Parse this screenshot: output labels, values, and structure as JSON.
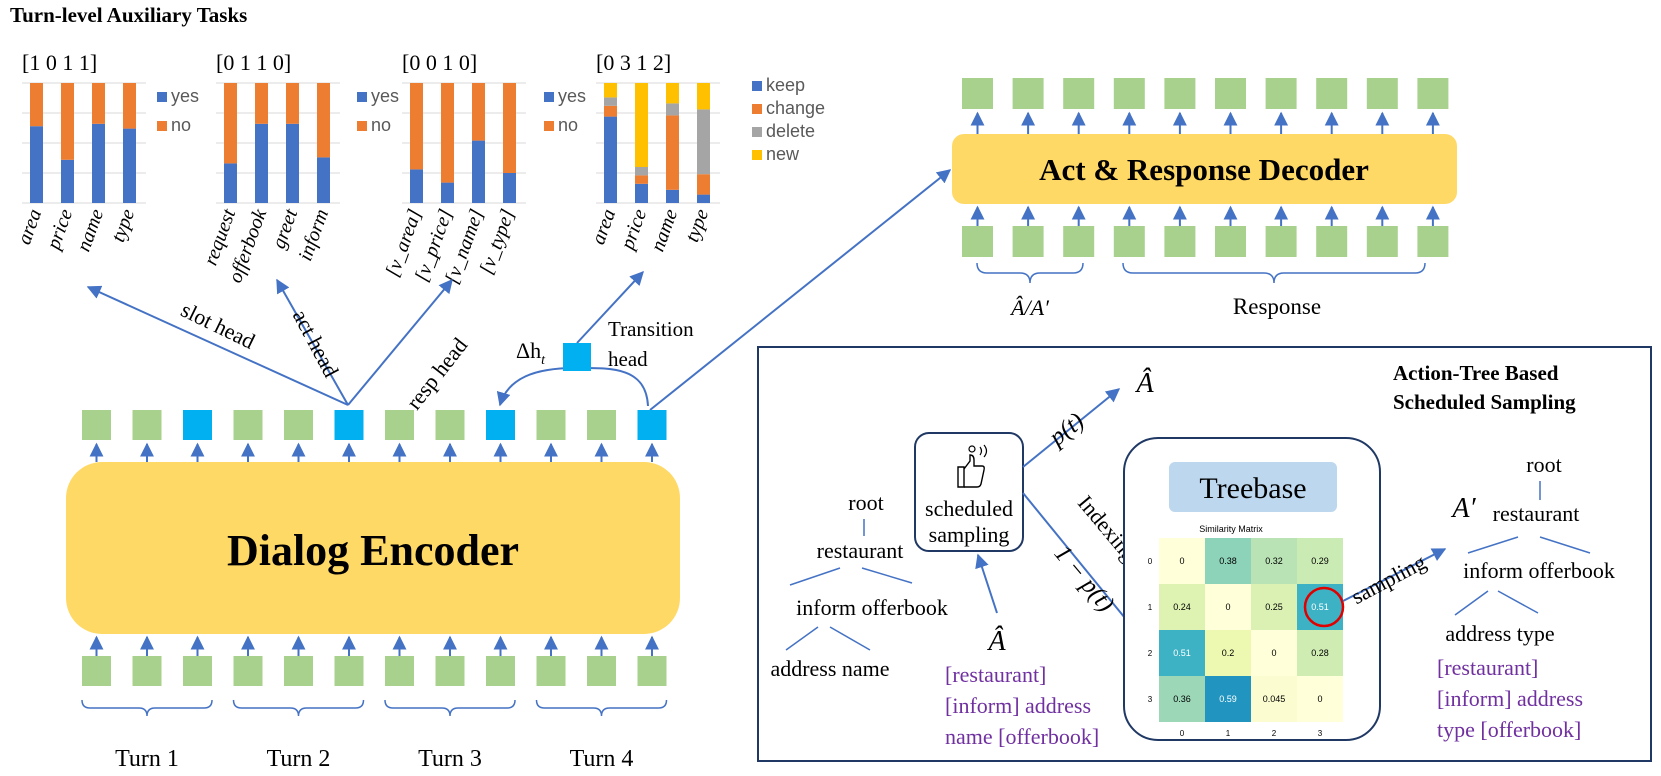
{
  "title": "Turn-level Auxiliary Tasks",
  "colors": {
    "blue": "#4472C4",
    "orange": "#ED7D31",
    "gray": "#A5A5A5",
    "yellow": "#FFC000",
    "green_token": "#A9D18E",
    "cyan_token": "#00B0F0",
    "encoder": "#FFD966",
    "arrow": "#4472C4",
    "purple": "#7030A0",
    "treebase_fill": "#BDD7EE",
    "panel_border": "#1F3864"
  },
  "charts": {
    "slot": {
      "label": "[1   0   1   1]",
      "categories": [
        "area",
        "price",
        "name",
        "type"
      ],
      "legend": [
        "yes",
        "no"
      ],
      "yes": [
        0.64,
        0.36,
        0.66,
        0.62
      ]
    },
    "act": {
      "label": "[0   1   1   0]",
      "categories": [
        "request",
        "offerbook",
        "greet",
        "inform"
      ],
      "legend": [
        "yes",
        "no"
      ],
      "yes": [
        0.33,
        0.66,
        0.66,
        0.38
      ]
    },
    "resp": {
      "label": "[0   0   1   0]",
      "categories": [
        "[v_area]",
        "[v_price]",
        "[v_name]",
        "[v_type]"
      ],
      "legend": [
        "yes",
        "no"
      ],
      "yes": [
        0.28,
        0.17,
        0.52,
        0.25
      ]
    },
    "transition": {
      "label": "[0   3   1   2]",
      "categories": [
        "area",
        "price",
        "name",
        "type"
      ],
      "legend": [
        "keep",
        "change",
        "delete",
        "new"
      ],
      "stacks": [
        [
          0.72,
          0.09,
          0.07,
          0.12
        ],
        [
          0.16,
          0.07,
          0.07,
          0.7
        ],
        [
          0.11,
          0.62,
          0.1,
          0.17
        ],
        [
          0.07,
          0.17,
          0.54,
          0.22
        ]
      ]
    }
  },
  "heads": {
    "slot": "slot head",
    "act": "act head",
    "resp": "resp head",
    "transition": "Transition head",
    "delta": "Δh"
  },
  "encoder": {
    "label": "Dialog Encoder",
    "output_tokens": [
      "g",
      "g",
      "c",
      "g",
      "g",
      "c",
      "g",
      "g",
      "c",
      "g",
      "g",
      "c"
    ],
    "turns": [
      "Turn 1",
      "Turn 2",
      "Turn 3",
      "Turn 4"
    ]
  },
  "decoder": {
    "label": "Act & Response Decoder",
    "act_label": "Â/A′",
    "response_label": "Response"
  },
  "sampling_panel": {
    "title_line1": "Action-Tree Based",
    "title_line2": "Scheduled Sampling",
    "scheduled_line1": "scheduled",
    "scheduled_line2": "sampling",
    "p_label": "p(t)",
    "one_minus_p_label": "1 − p(t)",
    "indexing_label": "Indexing",
    "sampling_label": "sampling",
    "a_hat": "Â",
    "a_prime": "A′",
    "left_tree": {
      "root": "root",
      "restaurant": "restaurant",
      "mid": "inform offerbook",
      "leaves": "address name"
    },
    "right_tree": {
      "root": "root",
      "restaurant": "restaurant",
      "mid": "inform offerbook",
      "leaves": "address type"
    },
    "left_seq": [
      "[restaurant]",
      "[inform] address",
      "name [offerbook]"
    ],
    "right_seq": [
      "[restaurant]",
      "[inform] address",
      "type [offerbook]"
    ],
    "treebase_label": "Treebase",
    "matrix_title": "Similarity Matrix",
    "matrix_ticks": [
      "0",
      "1",
      "2",
      "3"
    ],
    "matrix": [
      [
        "0",
        "0.38",
        "0.32",
        "0.29"
      ],
      [
        "0.24",
        "0",
        "0.25",
        "0.51"
      ],
      [
        "0.51",
        "0.2",
        "0",
        "0.28"
      ],
      [
        "0.36",
        "0.59",
        "0.045",
        "0"
      ]
    ],
    "matrix_values": [
      [
        0,
        0.38,
        0.32,
        0.29
      ],
      [
        0.24,
        0,
        0.25,
        0.51
      ],
      [
        0.51,
        0.2,
        0,
        0.28
      ],
      [
        0.36,
        0.59,
        0.045,
        0
      ]
    ]
  }
}
